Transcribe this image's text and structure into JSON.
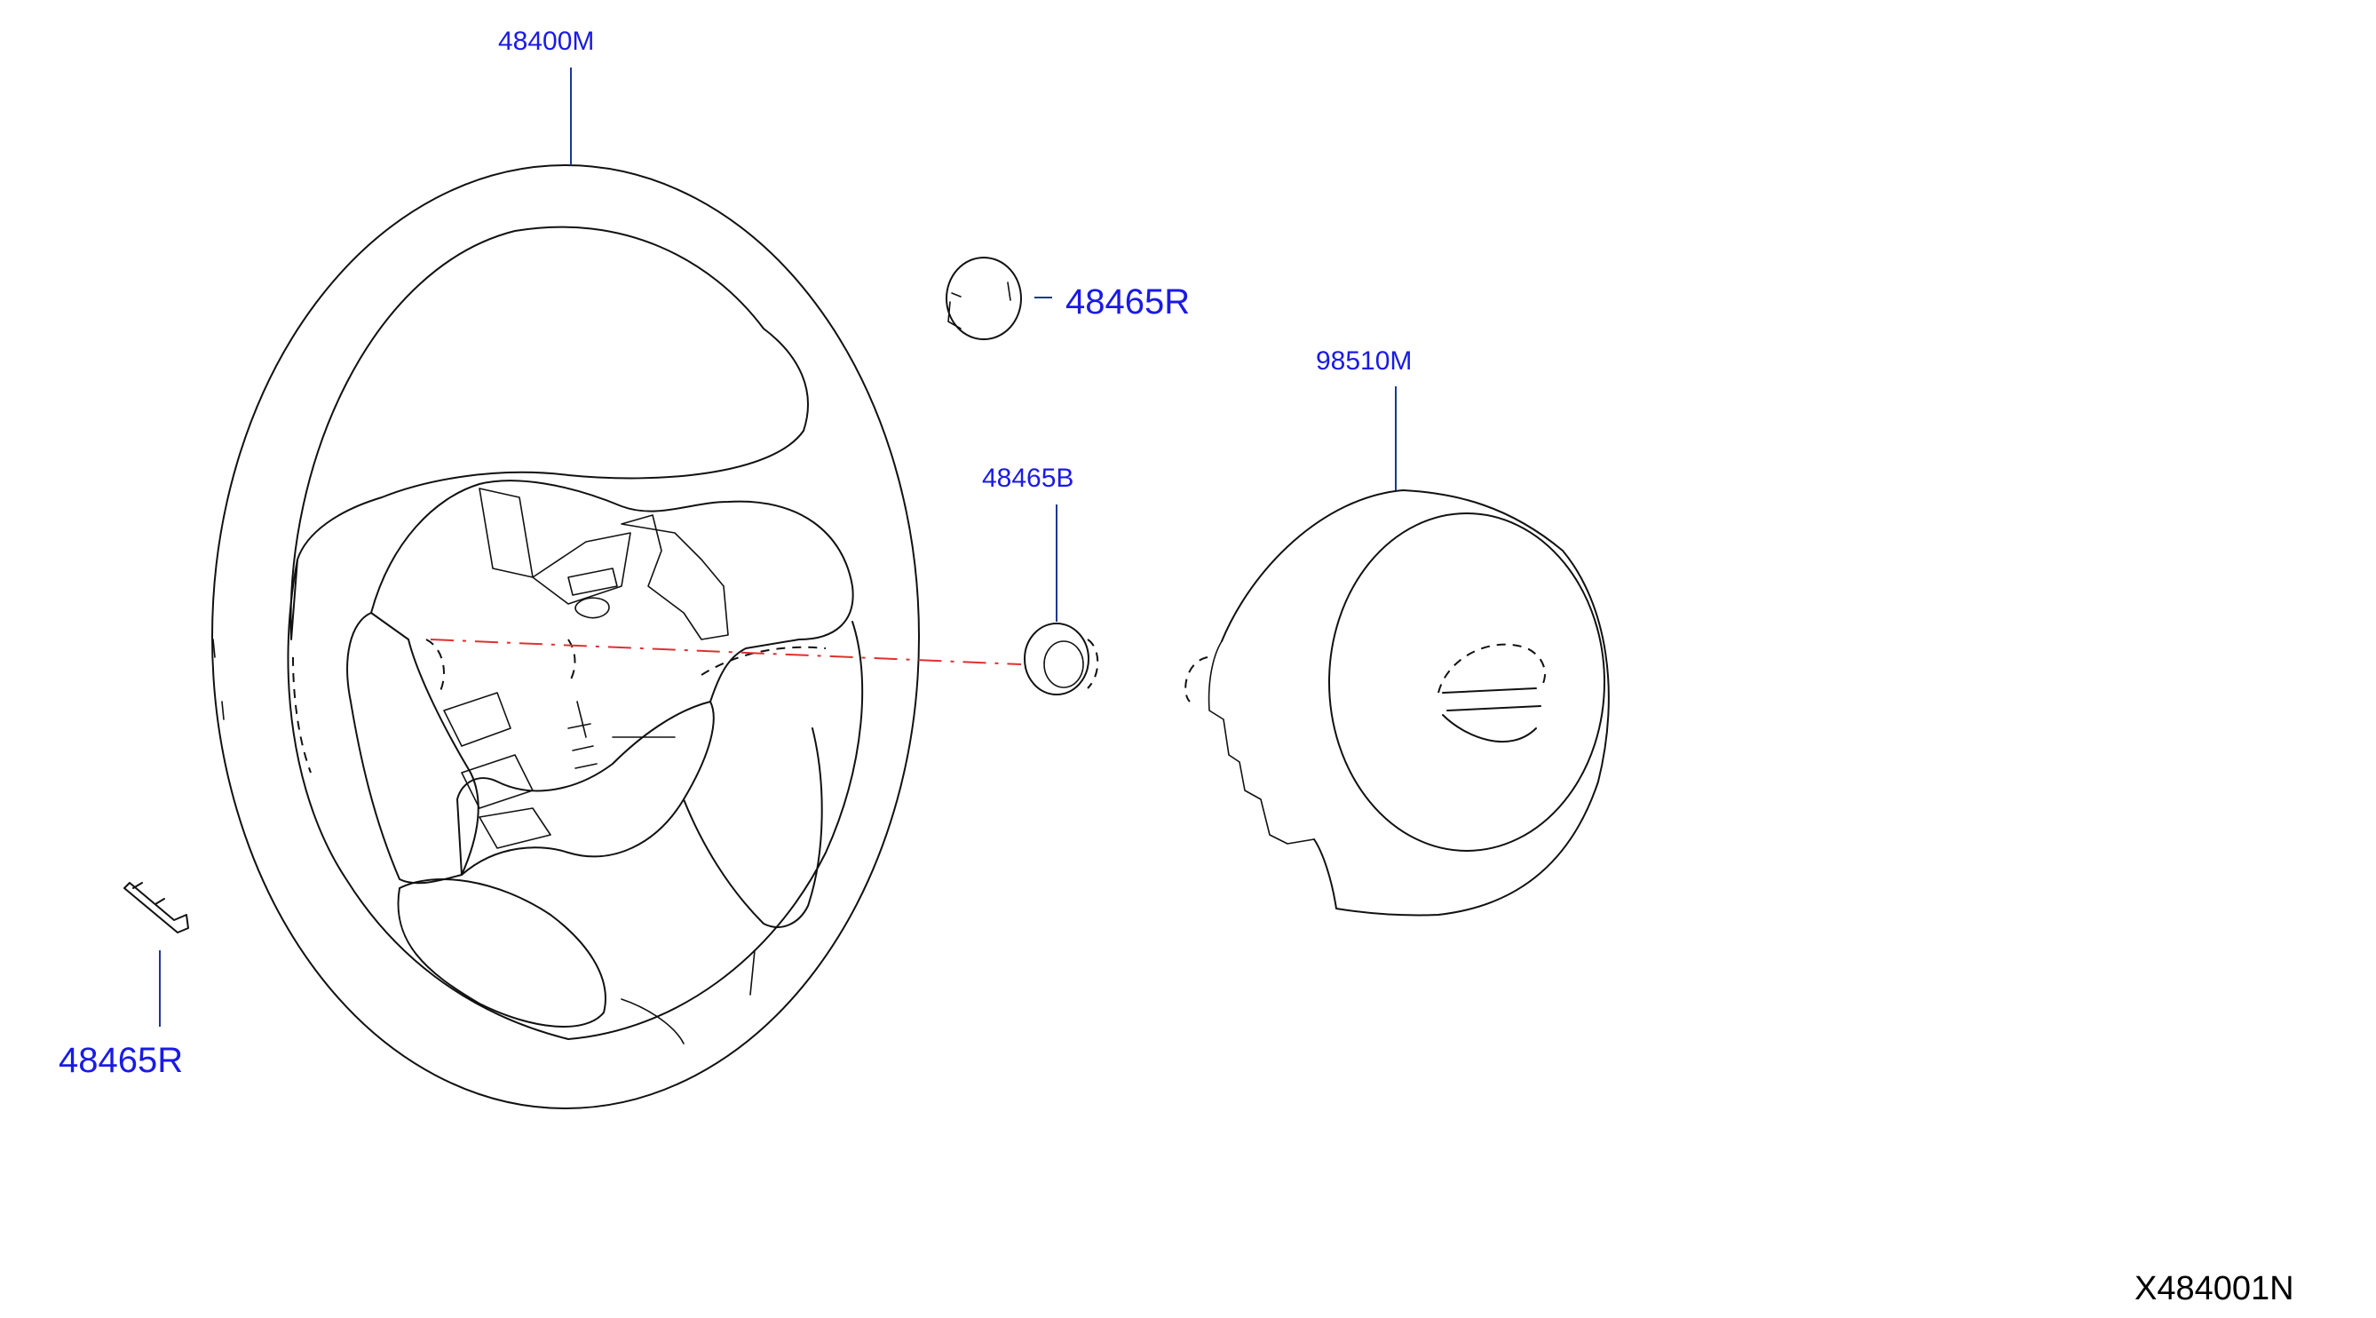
{
  "diagram": {
    "code": "X484001N",
    "colors": {
      "label": "#1a1ae6",
      "leader": "#1a3a8f",
      "center_axis": "#e03030",
      "line": "#111111"
    },
    "callouts": {
      "steering_wheel": "48400M",
      "cap_upper": "48465R",
      "clip_lower": "48465R",
      "bushing": "48465B",
      "airbag_module": "98510M"
    }
  }
}
